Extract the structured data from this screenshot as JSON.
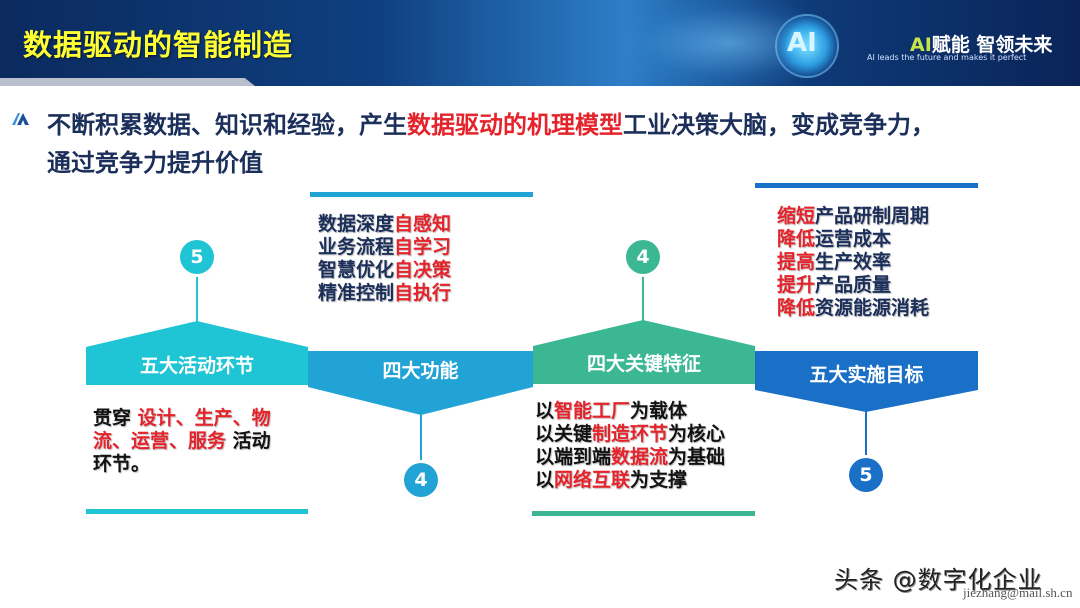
{
  "header": {
    "title": "数据驱动的智能制造",
    "logo_text": "AI",
    "slogan_ai": "AI",
    "slogan_rest": "赋能  智领未来",
    "slogan_sub": "AI leads the future and makes it perfect"
  },
  "intro": {
    "bullet_icon": "mountain-logo-icon",
    "part1": "不断积累数据、知识和经验，产生",
    "highlight": "数据驱动的机理模型",
    "part2": "工业决策大脑，变成竞争力，",
    "line2": "通过竞争力提升价值"
  },
  "colors": {
    "cyan": "#1fc5d4",
    "sky_blue": "#21a3d5",
    "green": "#3bb893",
    "blue": "#1a6fc7",
    "highlight_red": "#e4232b",
    "title_yellow": "#ffff33"
  },
  "segments": [
    {
      "label": "五大活动环节",
      "badge": "5",
      "badge_position": "top",
      "content_position": "bottom",
      "lines": [
        [
          {
            "t": "贯穿 ",
            "red": false
          },
          {
            "t": "设计、生产、物",
            "red": true
          }
        ],
        [
          {
            "t": "流、运营、服务",
            "red": true
          },
          {
            "t": " 活动",
            "red": false
          }
        ],
        [
          {
            "t": "环节。",
            "red": false
          }
        ]
      ]
    },
    {
      "label": "四大功能",
      "badge": "4",
      "badge_position": "bottom",
      "content_position": "top",
      "lines": [
        [
          {
            "t": "数据深度",
            "red": false
          },
          {
            "t": "自感知",
            "red": true
          }
        ],
        [
          {
            "t": "业务流程",
            "red": false
          },
          {
            "t": "自学习",
            "red": true
          }
        ],
        [
          {
            "t": "智慧优化",
            "red": false
          },
          {
            "t": "自决策",
            "red": true
          }
        ],
        [
          {
            "t": "精准控制",
            "red": false
          },
          {
            "t": "自执行",
            "red": true
          }
        ]
      ]
    },
    {
      "label": "四大关键特征",
      "badge": "4",
      "badge_position": "top",
      "content_position": "bottom",
      "lines": [
        [
          {
            "t": "以",
            "red": false
          },
          {
            "t": "智能工厂",
            "red": true
          },
          {
            "t": "为载体",
            "red": false
          }
        ],
        [
          {
            "t": "以关键",
            "red": false
          },
          {
            "t": "制造环节",
            "red": true
          },
          {
            "t": "为核心",
            "red": false
          }
        ],
        [
          {
            "t": "以端到端",
            "red": false
          },
          {
            "t": "数据流",
            "red": true
          },
          {
            "t": "为基础",
            "red": false
          }
        ],
        [
          {
            "t": "以",
            "red": false
          },
          {
            "t": "网络互联",
            "red": true
          },
          {
            "t": "为支撑",
            "red": false
          }
        ]
      ]
    },
    {
      "label": "五大实施目标",
      "badge": "5",
      "badge_position": "bottom",
      "content_position": "top",
      "lines": [
        [
          {
            "t": "缩短",
            "red": true
          },
          {
            "t": "产品研制周期",
            "red": false
          }
        ],
        [
          {
            "t": "降低",
            "red": true
          },
          {
            "t": "运营成本",
            "red": false
          }
        ],
        [
          {
            "t": "提高",
            "red": true
          },
          {
            "t": "生产效率",
            "red": false
          }
        ],
        [
          {
            "t": "提升",
            "red": true
          },
          {
            "t": "产品质量",
            "red": false
          }
        ],
        [
          {
            "t": "降低",
            "red": true
          },
          {
            "t": "资源能源消耗",
            "red": false
          }
        ]
      ]
    }
  ],
  "watermark": {
    "text": "头条 @数字化企业",
    "email": "jiezhang@mail.sh.cn"
  }
}
